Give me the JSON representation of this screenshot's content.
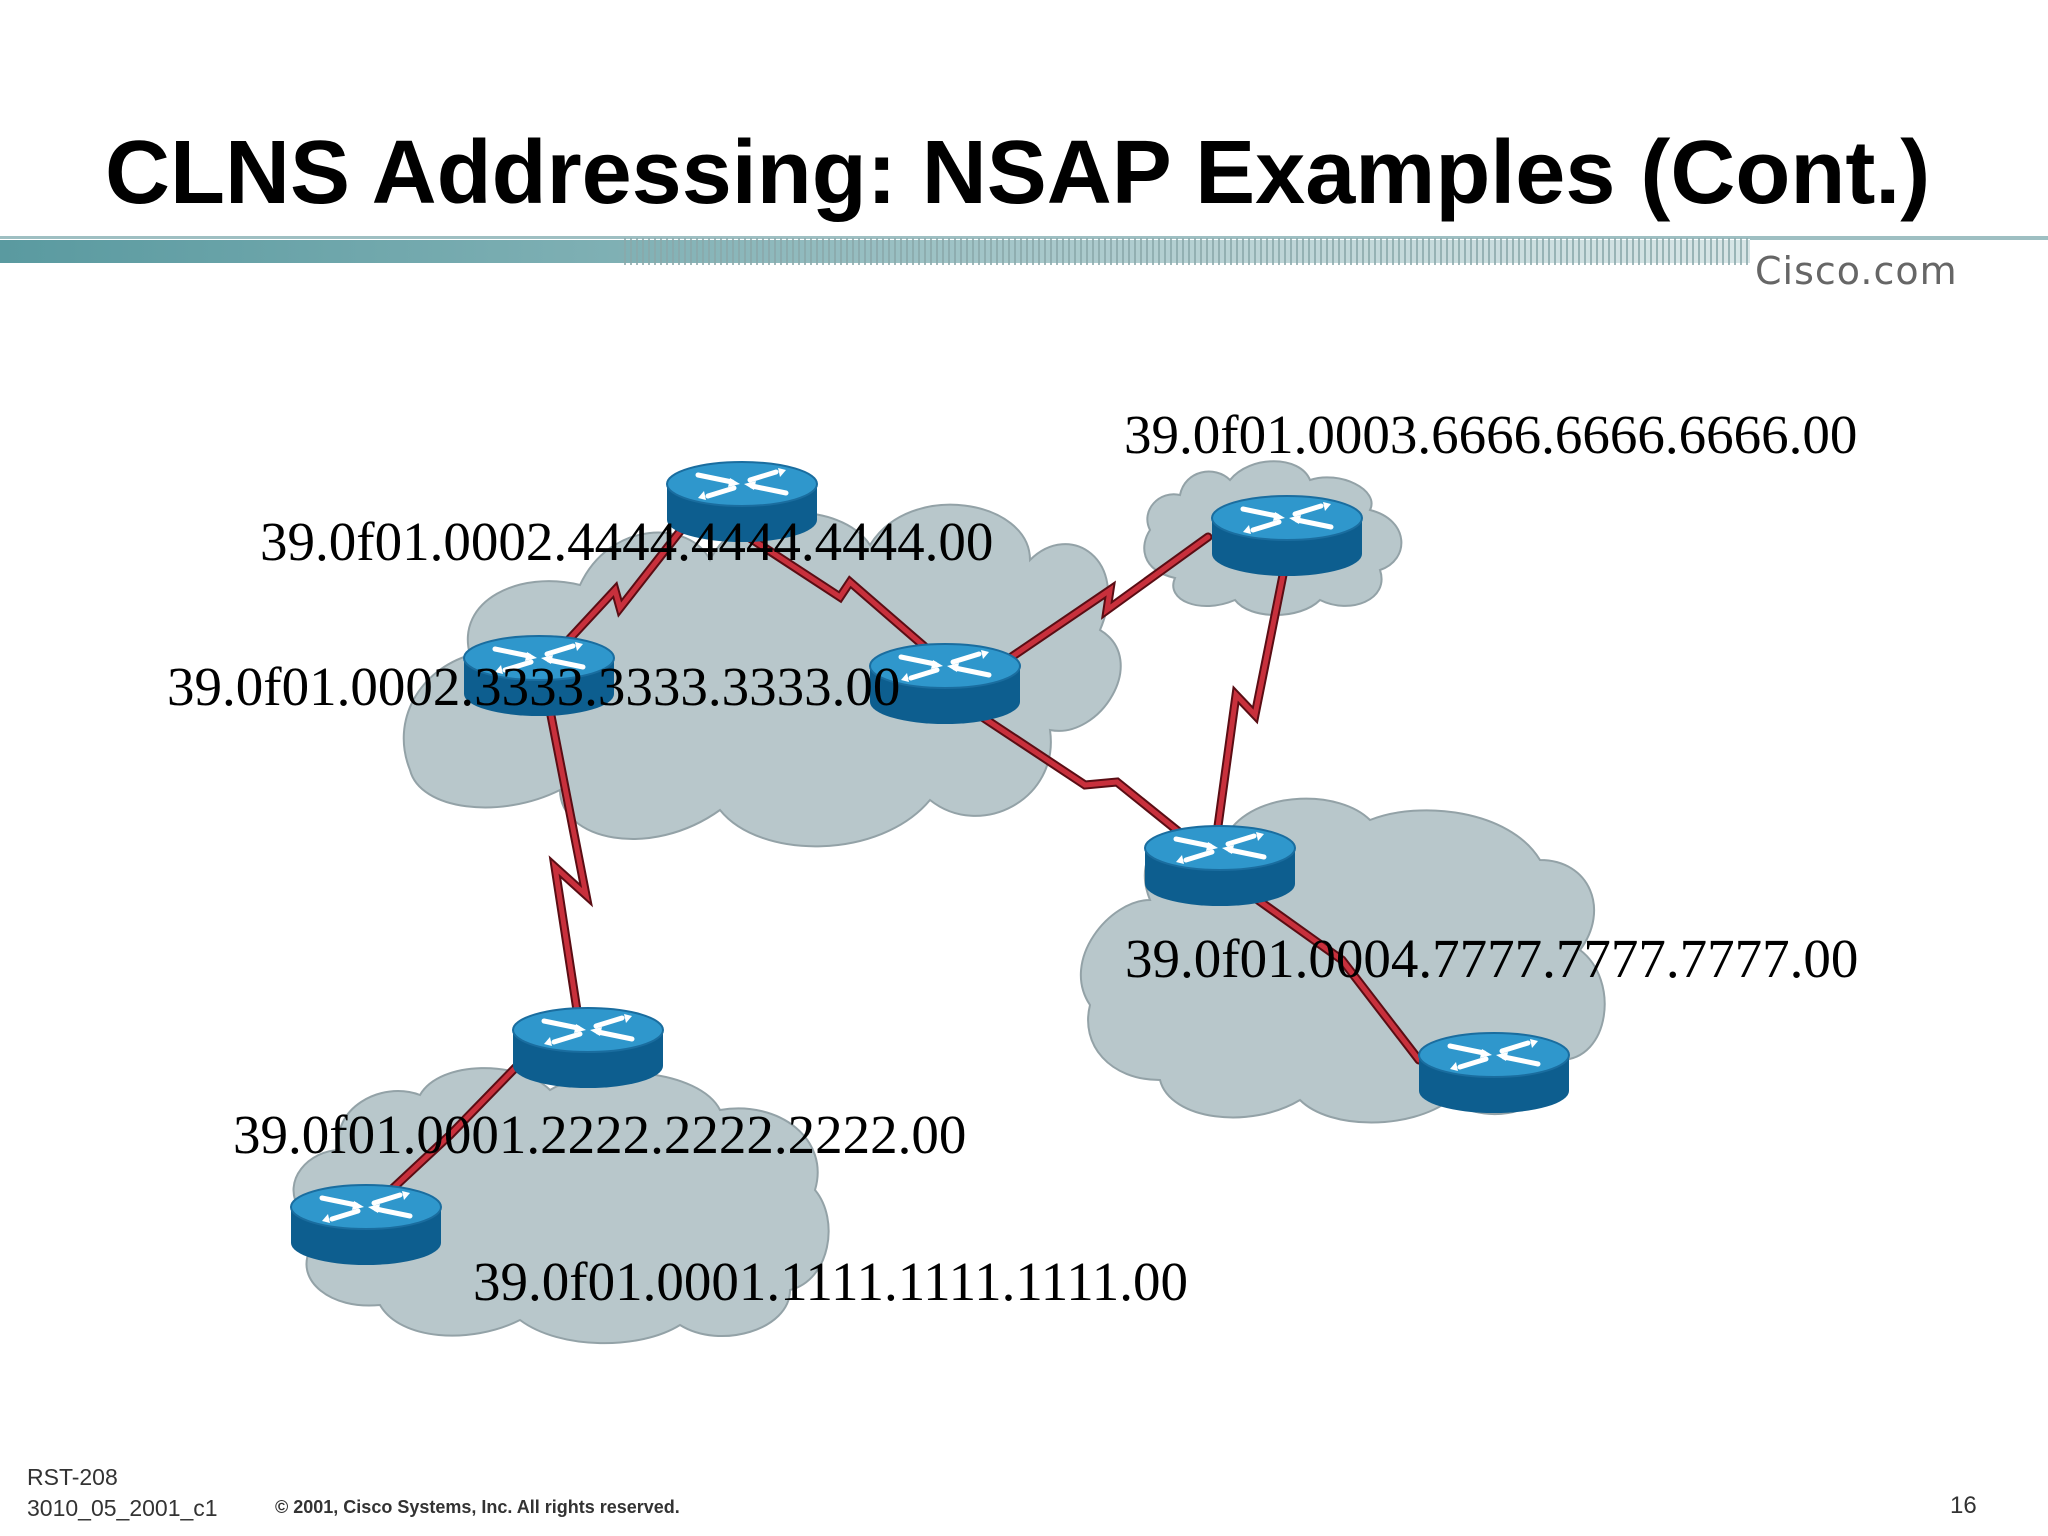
{
  "slide": {
    "title": "CLNS Addressing: NSAP Examples (Cont.)",
    "brand": "Cisco.com"
  },
  "addresses": {
    "r6": "39.0f01.0003.6666.6666.6666.00",
    "r4": "39.0f01.0002.4444.4444.4444.00",
    "r3": "39.0f01.0002.3333.3333.3333.00",
    "r7": "39.0f01.0004.7777.7777.7777.00",
    "r2": "39.0f01.0001.2222.2222.2222.00",
    "r1": "39.0f01.0001.1111.1111.1111.00"
  },
  "footer": {
    "course": "RST-208",
    "code": "3010_05_2001_c1",
    "copyright": "© 2001, Cisco Systems, Inc. All rights reserved.",
    "page": "16"
  },
  "colors": {
    "cloud_fill": "#b8c7cb",
    "cloud_stroke": "#93a2a7",
    "router_top": "#2f97cc",
    "router_side": "#0d5e8f",
    "link": "#b4202d",
    "band": "#5a9aa0"
  },
  "icons": {
    "router": "router-icon",
    "cloud": "cloud-icon",
    "serial_link": "serial-link-icon"
  }
}
